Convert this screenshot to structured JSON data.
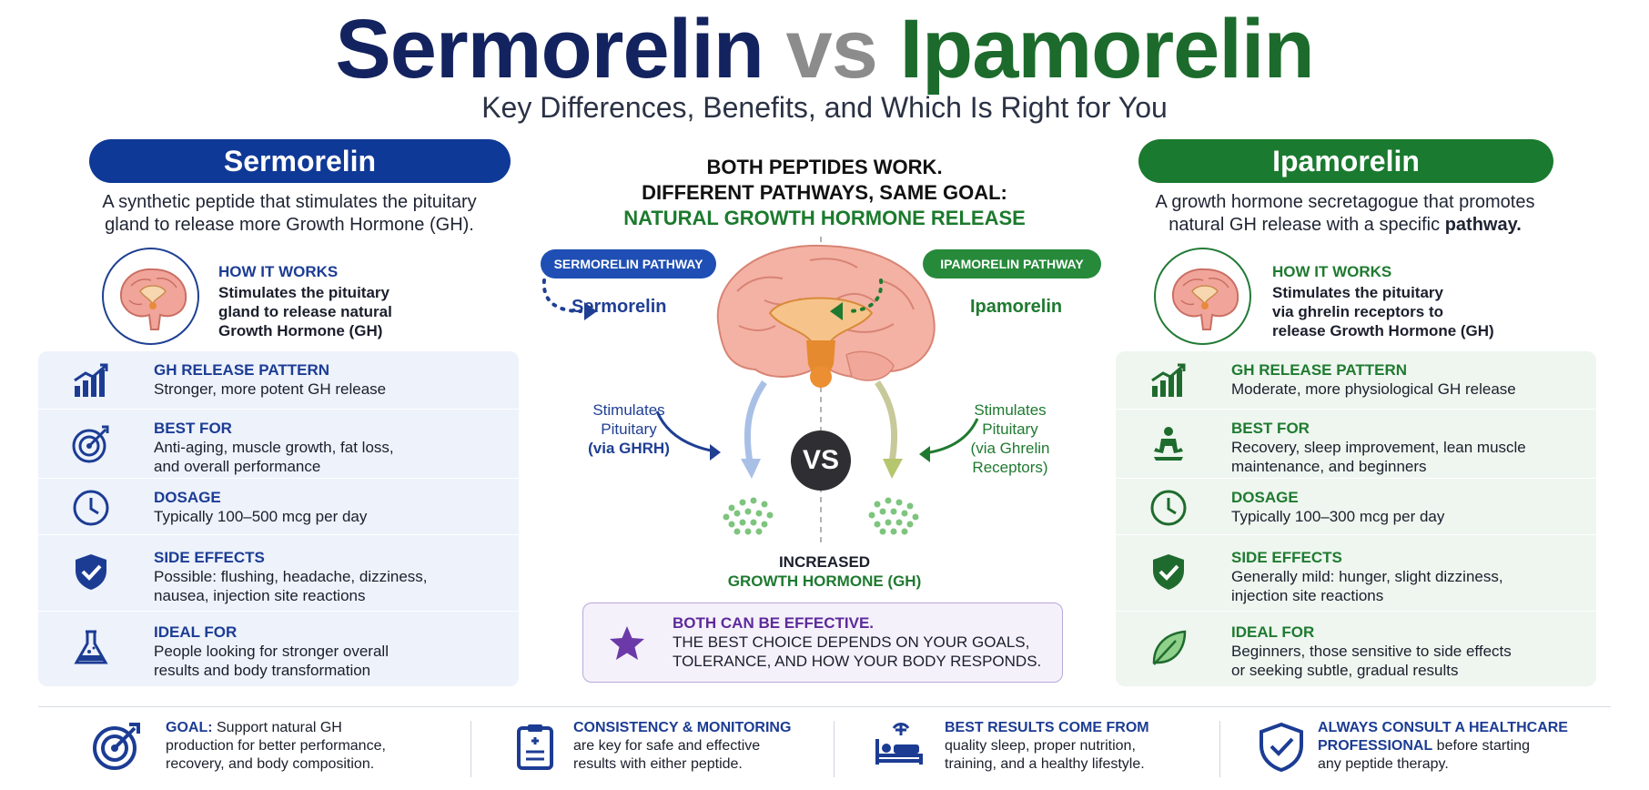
{
  "title": {
    "left": "Sermorelin",
    "vs": "vs",
    "right": "Ipamorelin"
  },
  "subtitle": "Key Differences, Benefits, and Which Is Right for You",
  "left": {
    "name": "Sermorelin",
    "color": "#0f3996",
    "intro_line1": "A synthetic peptide that stimulates the pituitary",
    "intro_line2": "gland to release more Growth Hormone (GH).",
    "how_title": "HOW IT WORKS",
    "how_lines": [
      "Stimulates the pituitary",
      "gland to release natural",
      "Growth Hormone (GH)"
    ],
    "rows": [
      {
        "icon": "bar-chart-icon",
        "title": "GH RELEASE PATTERN",
        "lines": [
          "Stronger, more potent GH release"
        ]
      },
      {
        "icon": "target-icon",
        "title": "BEST FOR",
        "lines": [
          "Anti-aging, muscle growth, fat loss,",
          "and overall performance"
        ]
      },
      {
        "icon": "clock-icon",
        "title": "DOSAGE",
        "lines": [
          "Typically 100–500 mcg per day"
        ]
      },
      {
        "icon": "shield-check-icon",
        "title": "SIDE EFFECTS",
        "lines": [
          "Possible: flushing, headache, dizziness,",
          "nausea, injection site reactions"
        ]
      },
      {
        "icon": "flask-icon",
        "title": "IDEAL FOR",
        "lines": [
          "People looking for stronger overall",
          "results and body transformation"
        ]
      }
    ]
  },
  "right": {
    "name": "Ipamorelin",
    "color": "#1a7a2f",
    "intro_line1": "A growth hormone secretagogue that promotes",
    "intro_line2_a": "natural GH release with a specific ",
    "intro_line2_b": "pathway.",
    "how_title": "HOW IT WORKS",
    "how_lines": [
      "Stimulates the pituitary",
      "via ghrelin receptors to",
      "release Growth Hormone (GH)"
    ],
    "rows": [
      {
        "icon": "bar-chart-icon",
        "title": "GH RELEASE PATTERN",
        "lines": [
          "Moderate, more physiological GH release"
        ]
      },
      {
        "icon": "meditation-icon",
        "title": "BEST FOR",
        "lines": [
          "Recovery, sleep improvement, lean muscle",
          "maintenance, and beginners"
        ]
      },
      {
        "icon": "clock-icon",
        "title": "DOSAGE",
        "lines": [
          "Typically 100–300 mcg per day"
        ]
      },
      {
        "icon": "shield-check-icon",
        "title": "SIDE EFFECTS",
        "lines": [
          "Generally mild: hunger, slight dizziness,",
          "injection site reactions"
        ]
      },
      {
        "icon": "leaf-icon",
        "title": "IDEAL FOR",
        "lines": [
          "Beginners, those sensitive to side effects",
          "or seeking subtle, gradual results"
        ]
      }
    ]
  },
  "center": {
    "line1": "BOTH PEPTIDES WORK.",
    "line2": "DIFFERENT PATHWAYS, SAME GOAL:",
    "line3": "NATURAL GROWTH HORMONE RELEASE",
    "left_pathway": "SERMORELIN PATHWAY",
    "right_pathway": "IPAMORELIN PATHWAY",
    "left_name": "Sermorelin",
    "right_name": "Ipamorelin",
    "left_stim": [
      "Stimulates",
      "Pituitary",
      "(via GHRH)"
    ],
    "right_stim": [
      "Stimulates",
      "Pituitary",
      "(via Ghrelin",
      "Receptors)"
    ],
    "vs": "VS",
    "result_line1": "INCREASED",
    "result_line2": "GROWTH HORMONE (GH)",
    "callout_title": "BOTH CAN BE EFFECTIVE.",
    "callout_line1": "THE BEST CHOICE DEPENDS ON YOUR GOALS,",
    "callout_line2": "TOLERANCE, AND HOW YOUR BODY RESPONDS."
  },
  "footer": [
    {
      "icon": "target-icon",
      "title": "GOAL:",
      "text_first": " Support natural GH",
      "lines": [
        "production for better performance,",
        "recovery, and body composition."
      ]
    },
    {
      "icon": "clipboard-icon",
      "title": "CONSISTENCY & MONITORING",
      "text_first": "",
      "lines": [
        "are key for safe and effective",
        "results with either peptide."
      ]
    },
    {
      "icon": "sleep-bed-icon",
      "title": "BEST RESULTS COME FROM",
      "text_first": "",
      "lines": [
        "quality sleep, proper nutrition,",
        "training, and a healthy lifestyle."
      ]
    },
    {
      "icon": "shield-check-icon",
      "title": "ALWAYS CONSULT A HEALTHCARE",
      "title2": "PROFESSIONAL",
      "text_first": " before starting",
      "lines": [
        "any peptide therapy."
      ]
    }
  ]
}
